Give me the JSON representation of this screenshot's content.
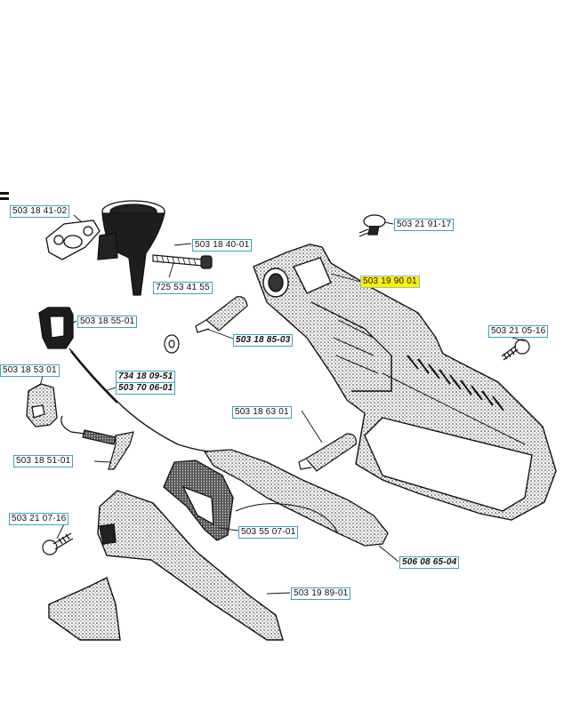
{
  "diagram": {
    "labels": [
      {
        "key": "l01",
        "text": "503 18 41-02"
      },
      {
        "key": "l02",
        "text": "503 18 40-01"
      },
      {
        "key": "l03",
        "text": "725 53 41 55"
      },
      {
        "key": "l04",
        "text": "503 21 91-17"
      },
      {
        "key": "l05",
        "text": "503 19 90 01",
        "highlighted": true
      },
      {
        "key": "l06",
        "text": "503 18 55-01"
      },
      {
        "key": "l07",
        "text": "503 18 85-03",
        "bold": true
      },
      {
        "key": "l08",
        "text": "503 21 05-16"
      },
      {
        "key": "l09",
        "text": "503 18 53 01"
      },
      {
        "key": "l10",
        "text": "734 18 09-51",
        "bold": true
      },
      {
        "key": "l11",
        "text": "503 70 06-01",
        "bold": true
      },
      {
        "key": "l12",
        "text": "503 18 63 01"
      },
      {
        "key": "l13",
        "text": "503 18 51-01"
      },
      {
        "key": "l14",
        "text": "503 21 07-16"
      },
      {
        "key": "l15",
        "text": "503 55 07-01"
      },
      {
        "key": "l16",
        "text": "506 08 65-04",
        "bold": true
      },
      {
        "key": "l17",
        "text": "503 19 89-01"
      }
    ]
  },
  "colors": {
    "label_border": "#39a3c4",
    "highlight": "#fff200",
    "line_art": "#111111"
  }
}
